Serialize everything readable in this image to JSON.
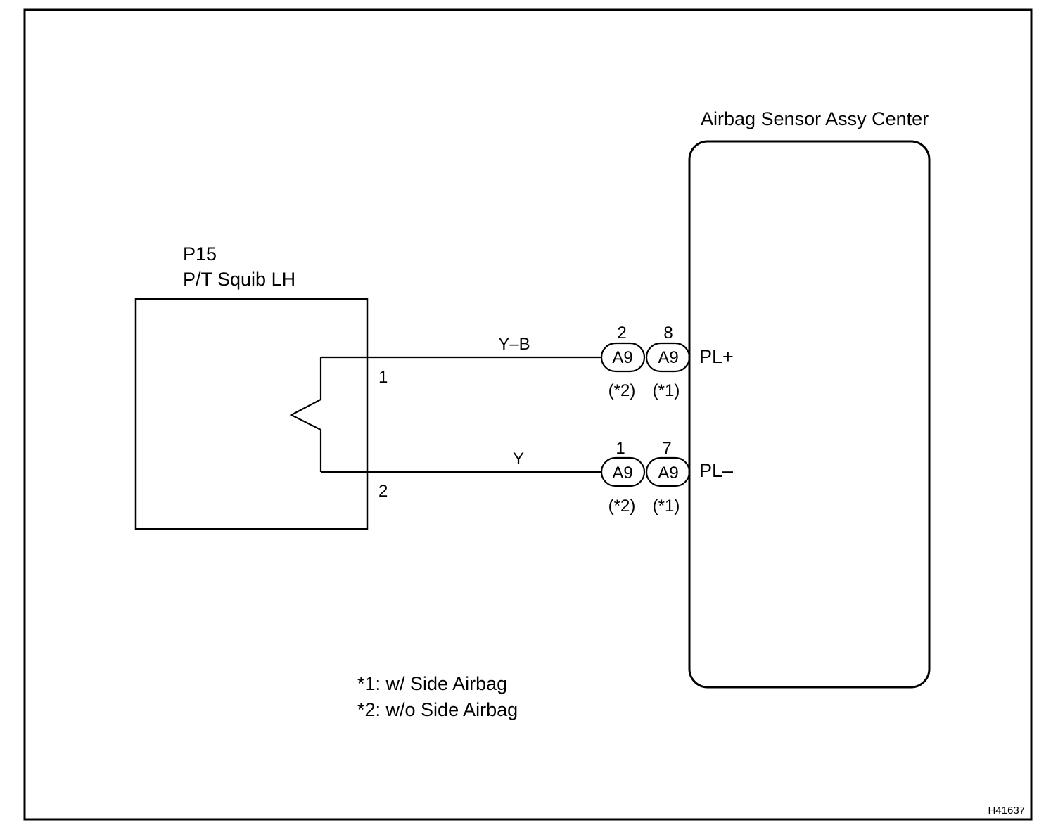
{
  "diagram": {
    "squib": {
      "code": "P15",
      "name": "P/T Squib LH",
      "pins": {
        "pin1": "1",
        "pin2": "2"
      }
    },
    "sensor": {
      "name": "Airbag Sensor Assy Center",
      "terminal_plus": "PL+",
      "terminal_minus": "PL–"
    },
    "wires": {
      "upper_color": "Y–B",
      "lower_color": "Y"
    },
    "connectors": {
      "upper": {
        "left": {
          "pin": "2",
          "id": "A9",
          "note": "(*2)"
        },
        "right": {
          "pin": "8",
          "id": "A9",
          "note": "(*1)"
        }
      },
      "lower": {
        "left": {
          "pin": "1",
          "id": "A9",
          "note": "(*2)"
        },
        "right": {
          "pin": "7",
          "id": "A9",
          "note": "(*1)"
        }
      }
    },
    "notes": {
      "note1": "*1: w/ Side Airbag",
      "note2": "*2: w/o Side Airbag"
    },
    "figure_id": "H41637"
  }
}
